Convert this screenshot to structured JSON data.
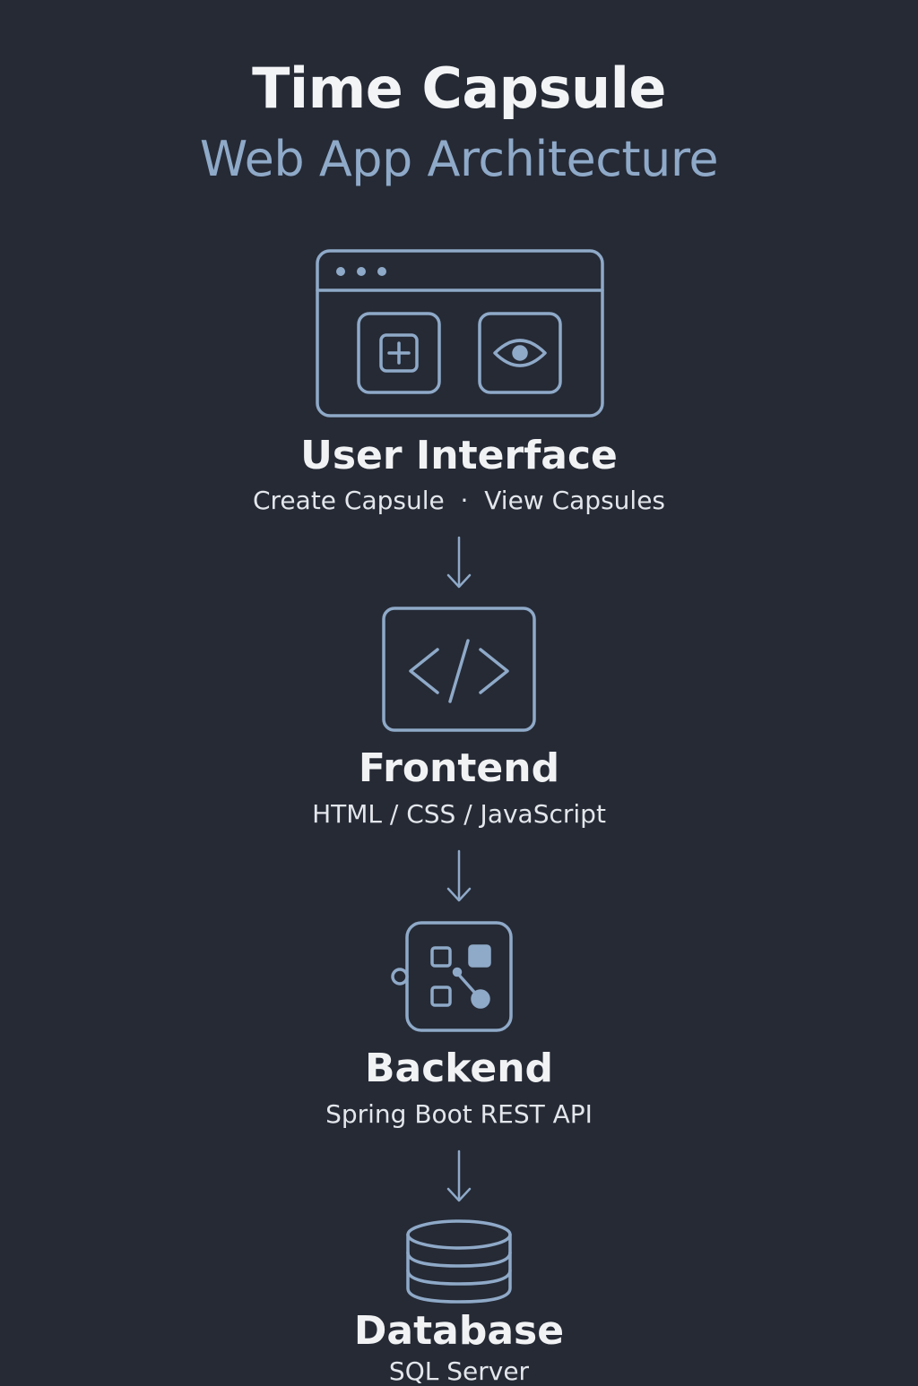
{
  "header": {
    "title": "Time Capsule",
    "subtitle": "Web App Architecture"
  },
  "layers": [
    {
      "title": "User Interface",
      "subtitle": "Create Capsule  ·  View Capsules",
      "icon": "browser-window-icon"
    },
    {
      "title": "Frontend",
      "subtitle": "HTML / CSS / JavaScript",
      "icon": "code-brackets-icon"
    },
    {
      "title": "Backend",
      "subtitle": "Spring Boot REST API",
      "icon": "api-module-icon"
    },
    {
      "title": "Database",
      "subtitle": "SQL Server",
      "icon": "database-icon"
    }
  ],
  "colors": {
    "background": "#252a35",
    "icon_stroke": "#8fa9c8",
    "title_text": "#f1f2f4",
    "subtitle_accent": "#8fa9c8"
  }
}
